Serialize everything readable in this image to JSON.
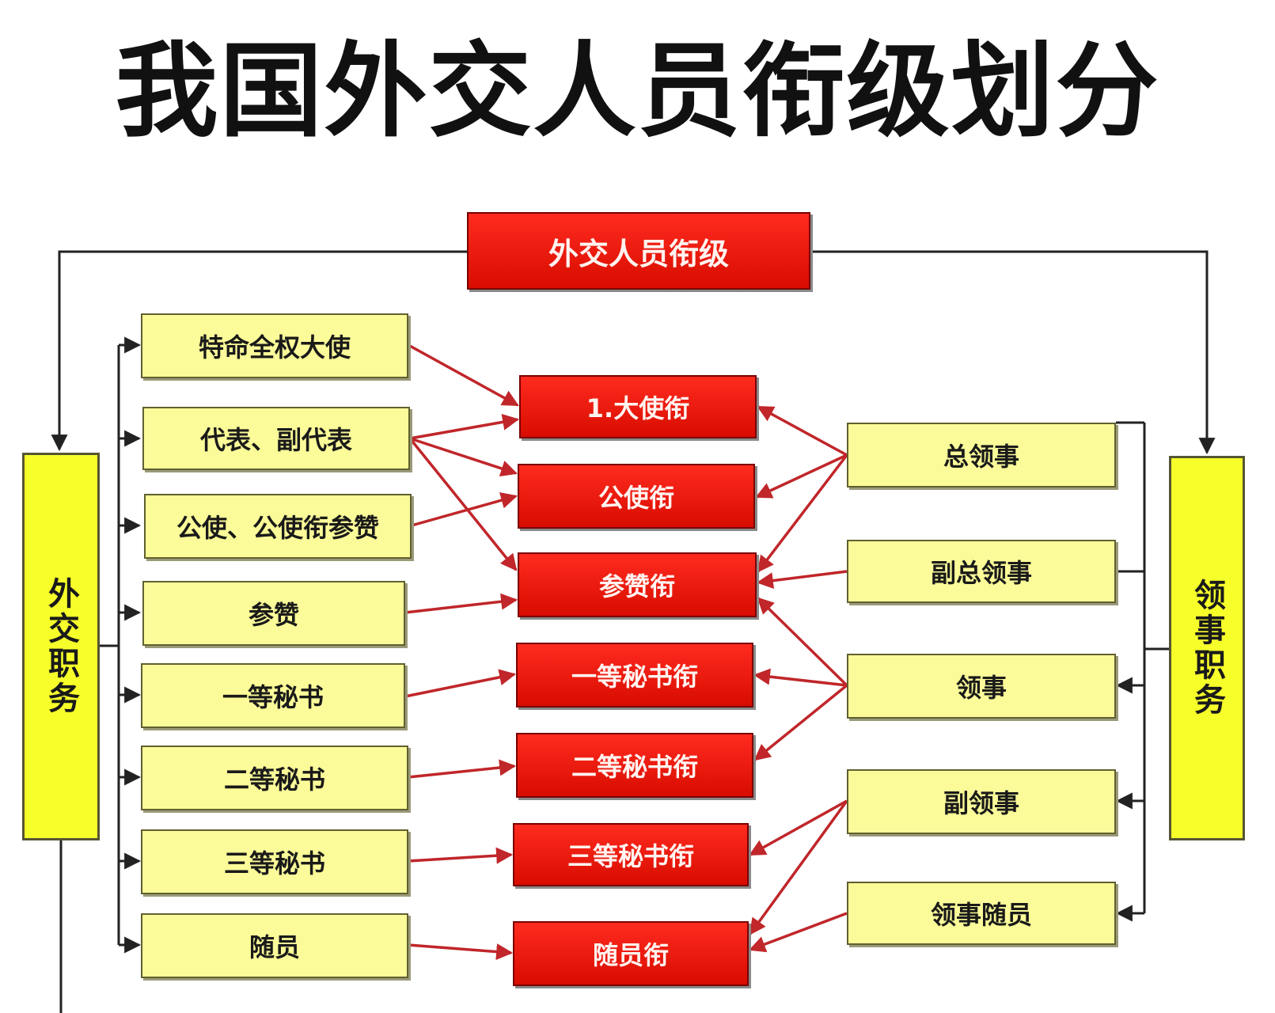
{
  "title": "我国外交人员衔级划分",
  "top_box": "外交人员衔级",
  "left_column": "外交职务",
  "right_column": "领事职务",
  "diplomatic_posts": [
    "特命全权大使",
    "代表、副代表",
    "公使、公使衔参赞",
    "参赞",
    "一等秘书",
    "二等秘书",
    "三等秘书",
    "随员"
  ],
  "ranks": [
    "1.大使衔",
    "公使衔",
    "参赞衔",
    "一等秘书衔",
    "二等秘书衔",
    "三等秘书衔",
    "随员衔"
  ],
  "consular_posts": [
    "总领事",
    "副总领事",
    "领事",
    "副领事",
    "领事随员"
  ],
  "colors": {
    "rank_box": "#e11a0f",
    "post_box": "#fbfb99",
    "column_box": "#f7ff2a",
    "arrow": "#c0262a"
  }
}
